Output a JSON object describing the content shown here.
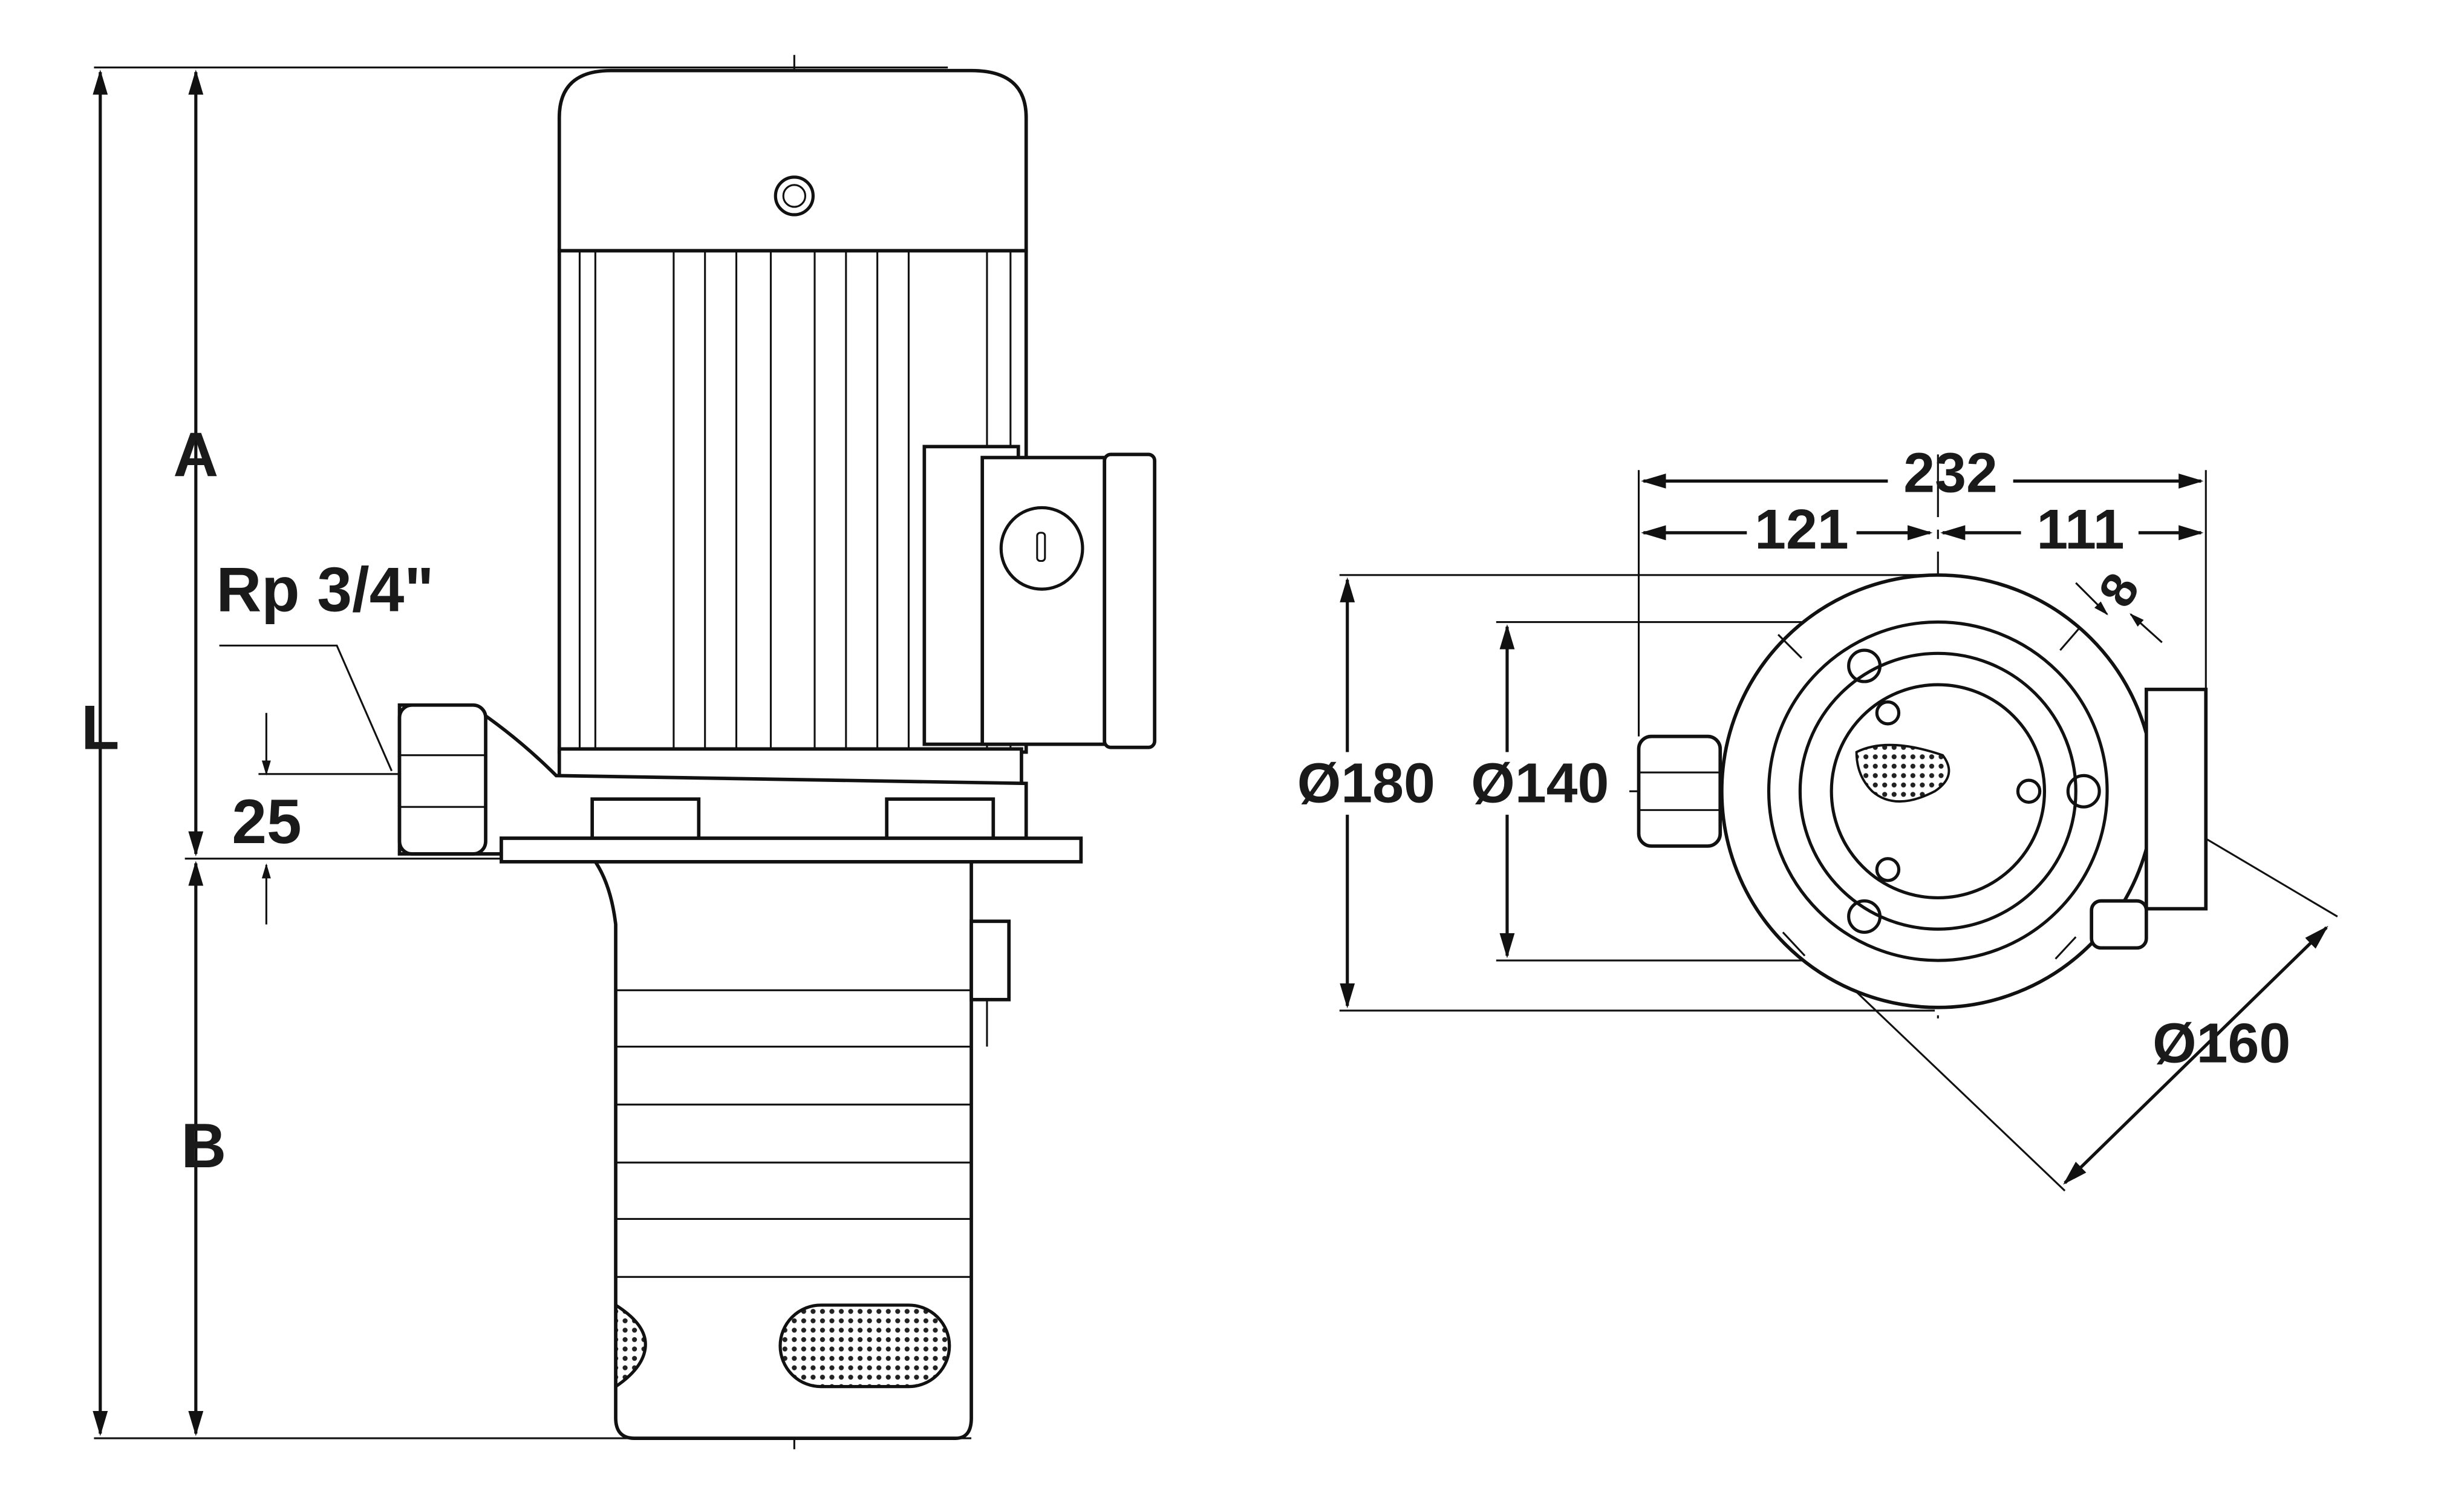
{
  "side_view": {
    "dim_A": "A",
    "dim_L": "L",
    "dim_B": "B",
    "connection": "Rp 3/4\"",
    "dim_25": "25"
  },
  "top_view": {
    "dim_232": "232",
    "dim_121": "121",
    "dim_111": "111",
    "dim_8": "8",
    "dia_180": "Ø180",
    "dia_140": "Ø140",
    "dia_160": "Ø160"
  }
}
